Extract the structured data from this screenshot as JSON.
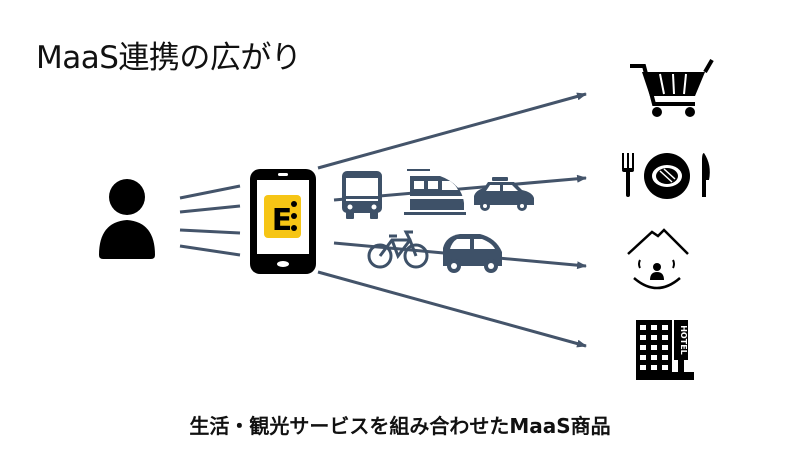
{
  "slide": {
    "title": "MaaS連携の広がり",
    "caption": "生活・観光サービスを組み合わせたMaaS商品"
  },
  "app_icon_letter": "E",
  "hotel_sign_text": "HOTEL",
  "colors": {
    "text": "#111111",
    "arrow": "#44546a",
    "vehicle": "#3e5168",
    "app_yellow": "#f6c515",
    "icon_black": "#000000"
  },
  "icons": [
    "user-icon",
    "smartphone-icon",
    "app-icon",
    "bus-icon",
    "train-icon",
    "taxi-icon",
    "bicycle-icon",
    "car-icon",
    "shopping-cart-icon",
    "dining-icon",
    "onsen-icon",
    "hotel-icon"
  ]
}
